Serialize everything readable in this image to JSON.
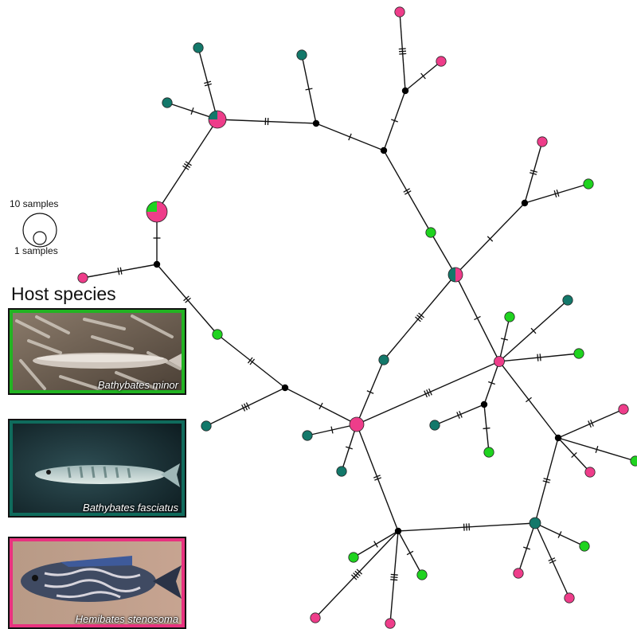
{
  "legend": {
    "size_large": "10 samples",
    "size_small": "1 samples",
    "title": "Host species"
  },
  "hosts": [
    {
      "name": "Bathybates minor",
      "color": "#1fd31f"
    },
    {
      "name": "Bathybates fasciatus",
      "color": "#13786a"
    },
    {
      "name": "Hemibates stenosoma",
      "color": "#ee3d8a"
    }
  ],
  "colors": {
    "green": "#1fd31f",
    "teal": "#13786a",
    "pink": "#ee3d8a",
    "median": "#000000"
  }
}
